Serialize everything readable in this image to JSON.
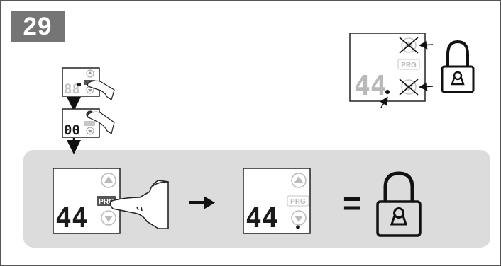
{
  "step": {
    "number": "29"
  },
  "display": {
    "digits": "44",
    "blank_digits": "88",
    "zero_digits": "00"
  },
  "buttons": {
    "prg_label": "PRG"
  },
  "symbols": {
    "equals": "="
  },
  "colors": {
    "badge_bg": "#757575",
    "band_bg": "#dcdcdc",
    "digit_dark": "#1a1a1a",
    "digit_faded": "#b9b9b9",
    "prg_active": "#555555",
    "prg_faded": "#c6c6c6"
  },
  "icons": [
    "arrow-up-icon",
    "arrow-down-icon",
    "hand-pointer-icon",
    "padlock-icon",
    "right-arrow-icon",
    "cross-mark-icon"
  ]
}
